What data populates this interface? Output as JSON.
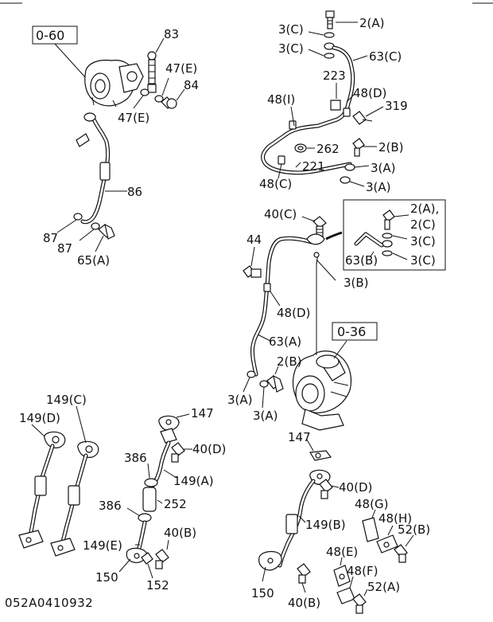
{
  "diagram": {
    "drawing_number": "052A0410932",
    "ref_boxes": {
      "ref_0_60": "0-60",
      "ref_0_36": "0-36"
    },
    "callouts": {
      "c_83": "83",
      "c_47e_a": "47(E)",
      "c_84": "84",
      "c_47e_b": "47(E)",
      "c_86": "86",
      "c_87_a": "87",
      "c_87_b": "87",
      "c_65a": "65(A)",
      "c_3c_a": "3(C)",
      "c_2a_top": "2(A)",
      "c_3c_b": "3(C)",
      "c_63c": "63(C)",
      "c_223": "223",
      "c_48d_top": "48(D)",
      "c_48i": "48(I)",
      "c_319": "319",
      "c_262": "262",
      "c_2b_top": "2(B)",
      "c_221": "221",
      "c_3a_r1": "3(A)",
      "c_48c": "48(C)",
      "c_3a_r2": "3(A)",
      "c_40c": "40(C)",
      "c_2a_inset": "2(A),",
      "c_2c_inset": "2(C)",
      "c_3c_inset1": "3(C)",
      "c_3c_inset2": "3(C)",
      "c_63b": "63(B)",
      "c_3b": "3(B)",
      "c_44": "44",
      "c_48d_mid": "48(D)",
      "c_63a": "63(A)",
      "c_2b_mid": "2(B)",
      "c_3a_m1": "3(A)",
      "c_3a_m2": "3(A)",
      "c_149c": "149(C)",
      "c_149d": "149(D)",
      "c_147_a": "147",
      "c_40d_a": "40(D)",
      "c_386_a": "386",
      "c_149a": "149(A)",
      "c_386_b": "386",
      "c_252": "252",
      "c_40b_a": "40(B)",
      "c_149e": "149(E)",
      "c_150_a": "150",
      "c_152": "152",
      "c_147_b": "147",
      "c_40d_b": "40(D)",
      "c_48g": "48(G)",
      "c_48h": "48(H)",
      "c_149b": "149(B)",
      "c_52b": "52(B)",
      "c_48e": "48(E)",
      "c_48f": "48(F)",
      "c_52a": "52(A)",
      "c_150_b": "150",
      "c_40b_b": "40(B)"
    }
  }
}
